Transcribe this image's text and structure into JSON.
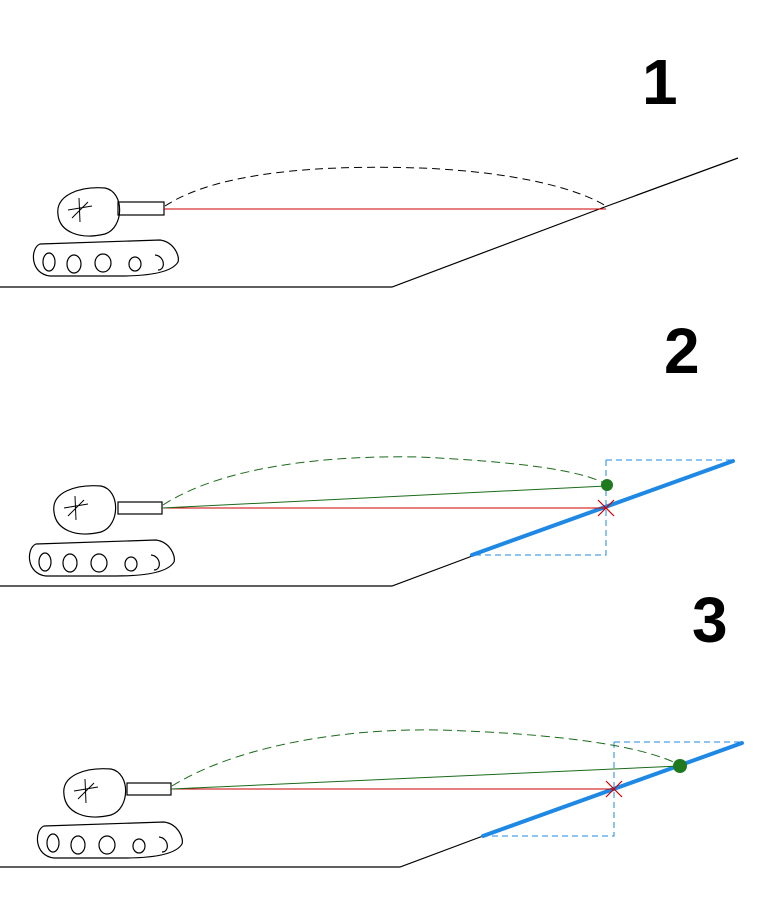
{
  "panels": [
    {
      "number": "1"
    },
    {
      "number": "2"
    },
    {
      "number": "3"
    }
  ],
  "colors": {
    "ink": "#000000",
    "aim_line": "#cc0000",
    "trajectory": "#1a6b1a",
    "slope_projection": "#1e88e5",
    "hit_marker": "#1f7a1f"
  }
}
